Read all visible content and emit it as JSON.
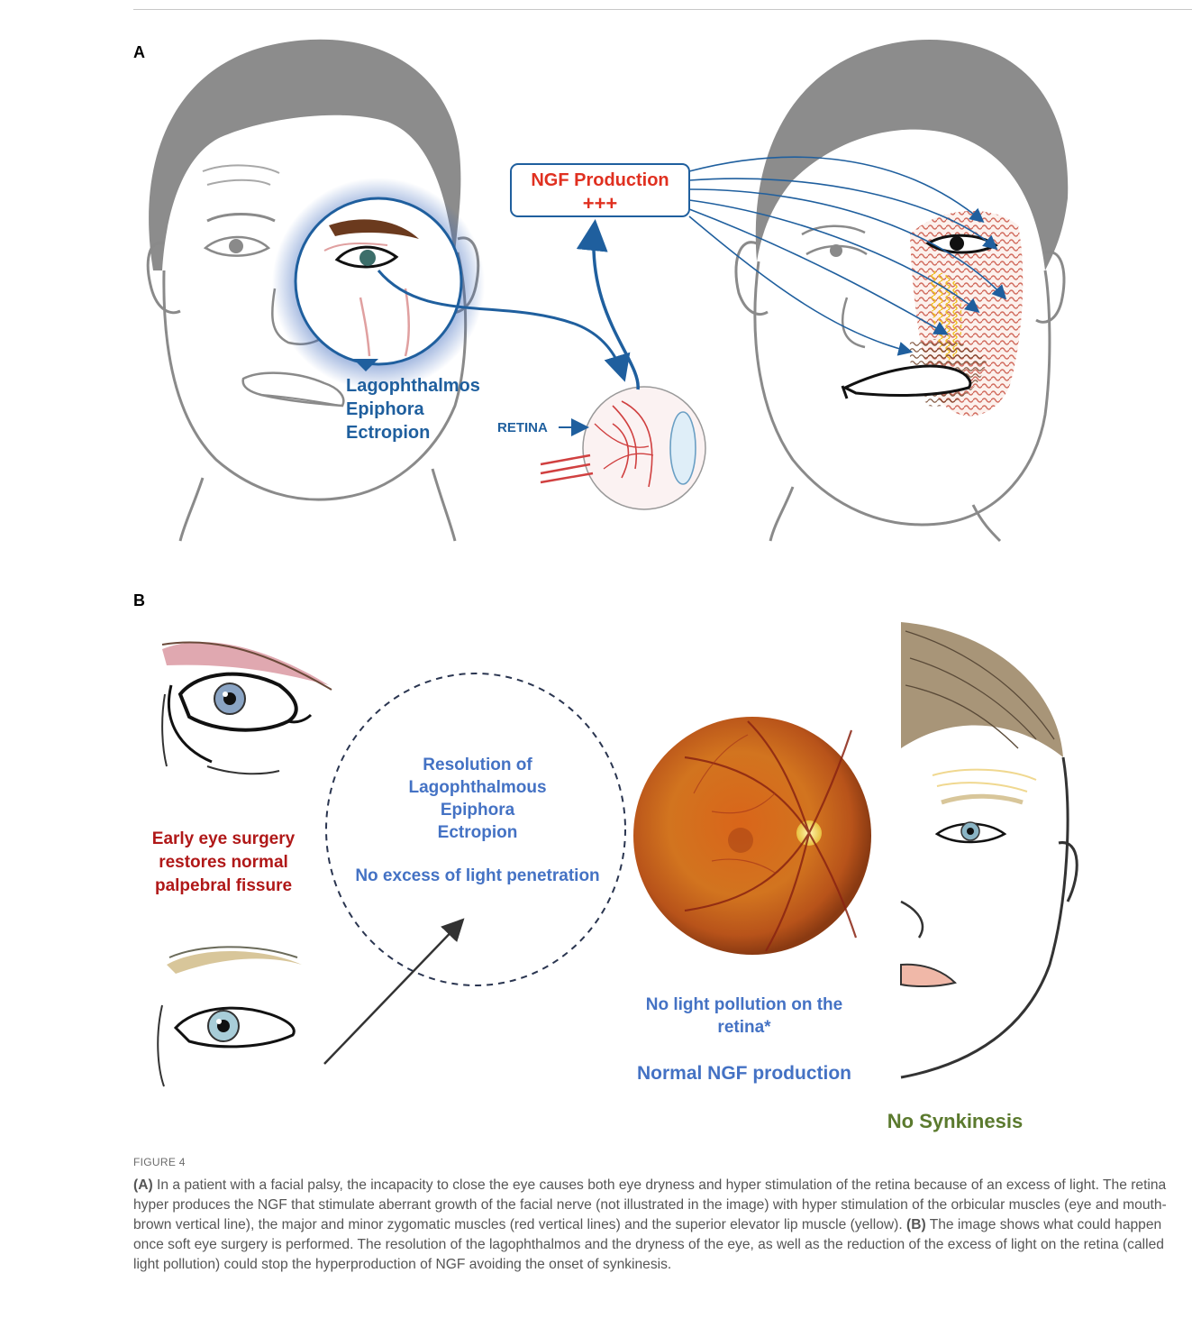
{
  "panels": {
    "a": {
      "letter": "A",
      "ngf_box": {
        "title": "NGF Production",
        "plus": "+++"
      },
      "symptoms": [
        "Lagophthalmos",
        "Epiphora",
        "Ectropion"
      ],
      "retina_label": "RETINA"
    },
    "b": {
      "letter": "B",
      "surgery_text": [
        "Early eye surgery",
        "restores normal",
        "palpebral fissure"
      ],
      "resolution_text": [
        "Resolution of",
        "Lagophthalmous",
        "Epiphora",
        "Ectropion"
      ],
      "light_text": "No excess of light penetration",
      "pollution_text": [
        "No light pollution on the",
        "retina*"
      ],
      "ngf_normal": "Normal NGF production",
      "no_synkinesis": "No Synkinesis"
    }
  },
  "caption": {
    "figure_label": "FIGURE 4",
    "a_marker": "(A)",
    "a_text": "In a patient with a facial palsy, the incapacity to close the eye causes both eye dryness and hyper stimulation of the retina because of an excess of light. The retina hyper produces the NGF that stimulate aberrant growth of the facial nerve (not illustrated in the image) with hyper stimulation of the orbicular muscles (eye and mouth-brown vertical line), the major and minor zygomatic muscles (red vertical lines) and the superior elevator lip muscle (yellow).",
    "b_marker": "(B)",
    "b_text": "The image shows what could happen once soft eye surgery is performed. The resolution of the lagophthalmos and the dryness of the eye, as well as the reduction of the excess of light on the retina (called light pollution) could stop the hyperproduction of NGF avoiding the onset of synkinesis."
  },
  "colors": {
    "blue": "#1f5f9e",
    "light_blue": "#4472c4",
    "red": "#e03020",
    "dark_red": "#b01818",
    "green": "#5b7a2e",
    "hair": "#8c8c8c",
    "line": "#8a8a8a"
  }
}
